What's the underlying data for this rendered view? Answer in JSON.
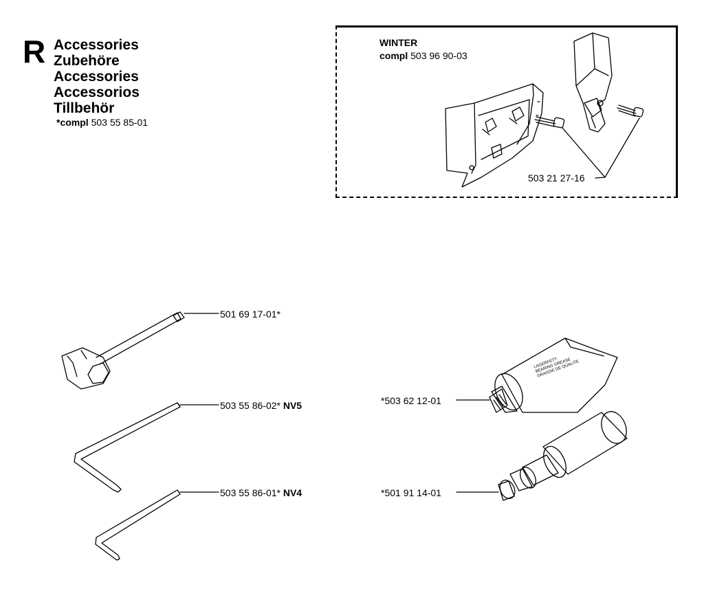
{
  "section": {
    "letter": "R",
    "titles": [
      "Accessories",
      "Zubehöre",
      "Accessories",
      "Accessorios",
      "Tillbehör"
    ],
    "compl_prefix": "*compl",
    "compl_number": "503 55 85-01"
  },
  "winter_kit": {
    "title": "WINTER",
    "compl_prefix": "compl",
    "compl_number": "503 96 90-03",
    "screw_part": "503 21 27-16"
  },
  "parts": {
    "wrench": "501 69 17-01*",
    "hex_key_large": {
      "number": "503 55 86-02*",
      "size": "NV5"
    },
    "hex_key_small": {
      "number": "503 55 86-01*",
      "size": "NV4"
    },
    "grease_tube": "*503 62 12-01",
    "grease_gun": "*501 91 14-01"
  },
  "tube_print": [
    "LAGERFETT",
    "BEARING GREASE",
    "GRAISSE DE QUALITE"
  ],
  "colors": {
    "ink": "#000000",
    "background": "#ffffff"
  }
}
